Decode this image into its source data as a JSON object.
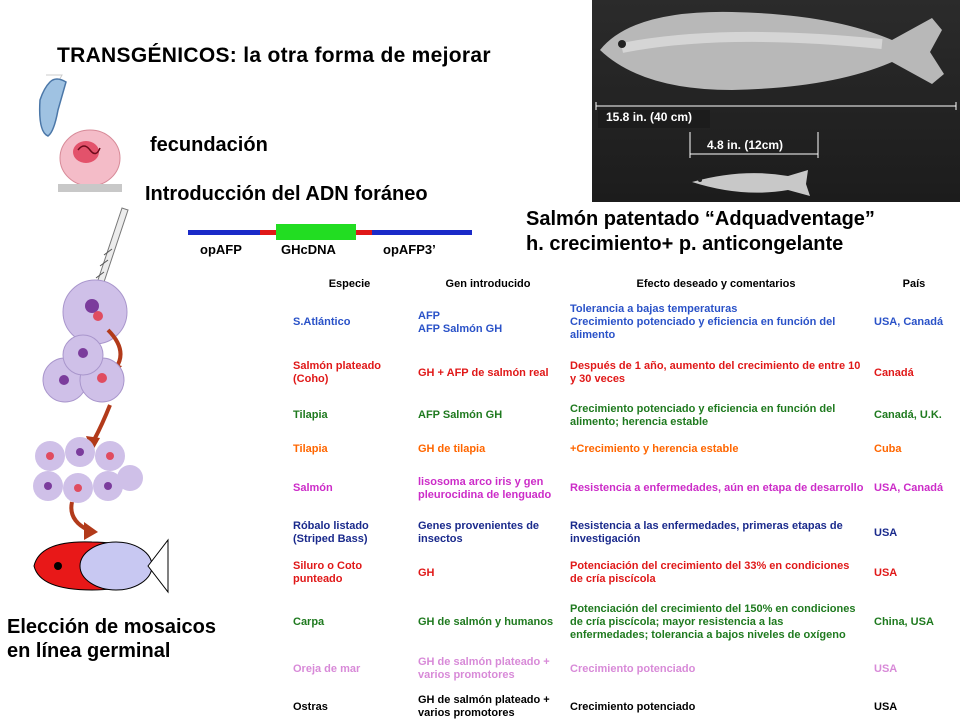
{
  "title": "TRANSGÉNICOS: la otra forma de mejorar",
  "labels": {
    "fecundacion": "fecundación",
    "introduccion": "Introducción del ADN foráneo",
    "salmon_line1": "Salmón patentado “Adquadventage”",
    "salmon_line2": "h. crecimiento+ p. anticongelante",
    "eleccion_line1": "Elección de mosaicos",
    "eleccion_line2": "en línea germinal"
  },
  "construct": {
    "seg1": "opAFP",
    "seg2": "GHcDNA",
    "seg3": "opAFP3’",
    "colors": {
      "blue": "#1a2ac8",
      "red": "#e01818",
      "green": "#22dd22"
    }
  },
  "photo": {
    "measure_large": "15.8 in. (40 cm)",
    "measure_small": "4.8 in. (12cm)"
  },
  "table": {
    "headers": [
      "Especie",
      "Gen introducido",
      "Efecto deseado y comentarios",
      "País"
    ],
    "rows": [
      {
        "color": "#2a52c8",
        "cells": [
          "S.Atlántico",
          "AFP\nAFP Salmón GH",
          "Tolerancia a bajas temperaturas\nCrecimiento potenciado y eficiencia en función del alimento",
          "USA, Canadá"
        ]
      },
      {
        "color": "#e01818",
        "cells": [
          "Salmón plateado (Coho)",
          "GH + AFP de salmón real",
          "Después de 1 año, aumento del crecimiento de entre 10 y 30 veces",
          "Canadá"
        ]
      },
      {
        "color": "#1f7a1f",
        "cells": [
          "Tilapia",
          "AFP Salmón GH",
          "Crecimiento potenciado y eficiencia en función del alimento; herencia estable",
          "Canadá, U.K."
        ]
      },
      {
        "color": "#ff6600",
        "cells": [
          "Tilapia",
          "GH de tilapia",
          " +Crecimiento  y herencia estable",
          "Cuba"
        ]
      },
      {
        "color": "#cc2cc8",
        "cells": [
          "Salmón",
          "lisosoma arco iris y gen pleurocidina de lenguado",
          "Resistencia a enfermedades, aún en etapa de desarrollo",
          "USA, Canadá"
        ]
      },
      {
        "color": "#1a2a8c",
        "cells": [
          "Róbalo listado (Striped Bass)",
          "Genes provenientes de insectos",
          "Resistencia a las enfermedades, primeras etapas de investigación",
          "USA"
        ]
      },
      {
        "color": "#e01818",
        "cells": [
          "Siluro o Coto punteado",
          "GH",
          "Potenciación del crecimiento del 33% en condiciones de cría piscícola",
          "USA"
        ]
      },
      {
        "color": "#1f7a1f",
        "cells": [
          "Carpa",
          "GH de salmón y humanos",
          "Potenciación del crecimiento del 150% en condiciones de cría piscícola; mayor resistencia a las enfermedades; tolerancia a bajos niveles de oxígeno",
          "China, USA"
        ]
      },
      {
        "color": "#d88ad8",
        "cells": [
          "Oreja de mar",
          "GH de salmón plateado + varios promotores",
          "Crecimiento potenciado",
          "USA"
        ]
      },
      {
        "color": "#000000",
        "cells": [
          "Ostras",
          "GH de salmón plateado + varios promotores",
          "Crecimiento potenciado",
          "USA"
        ]
      }
    ]
  }
}
